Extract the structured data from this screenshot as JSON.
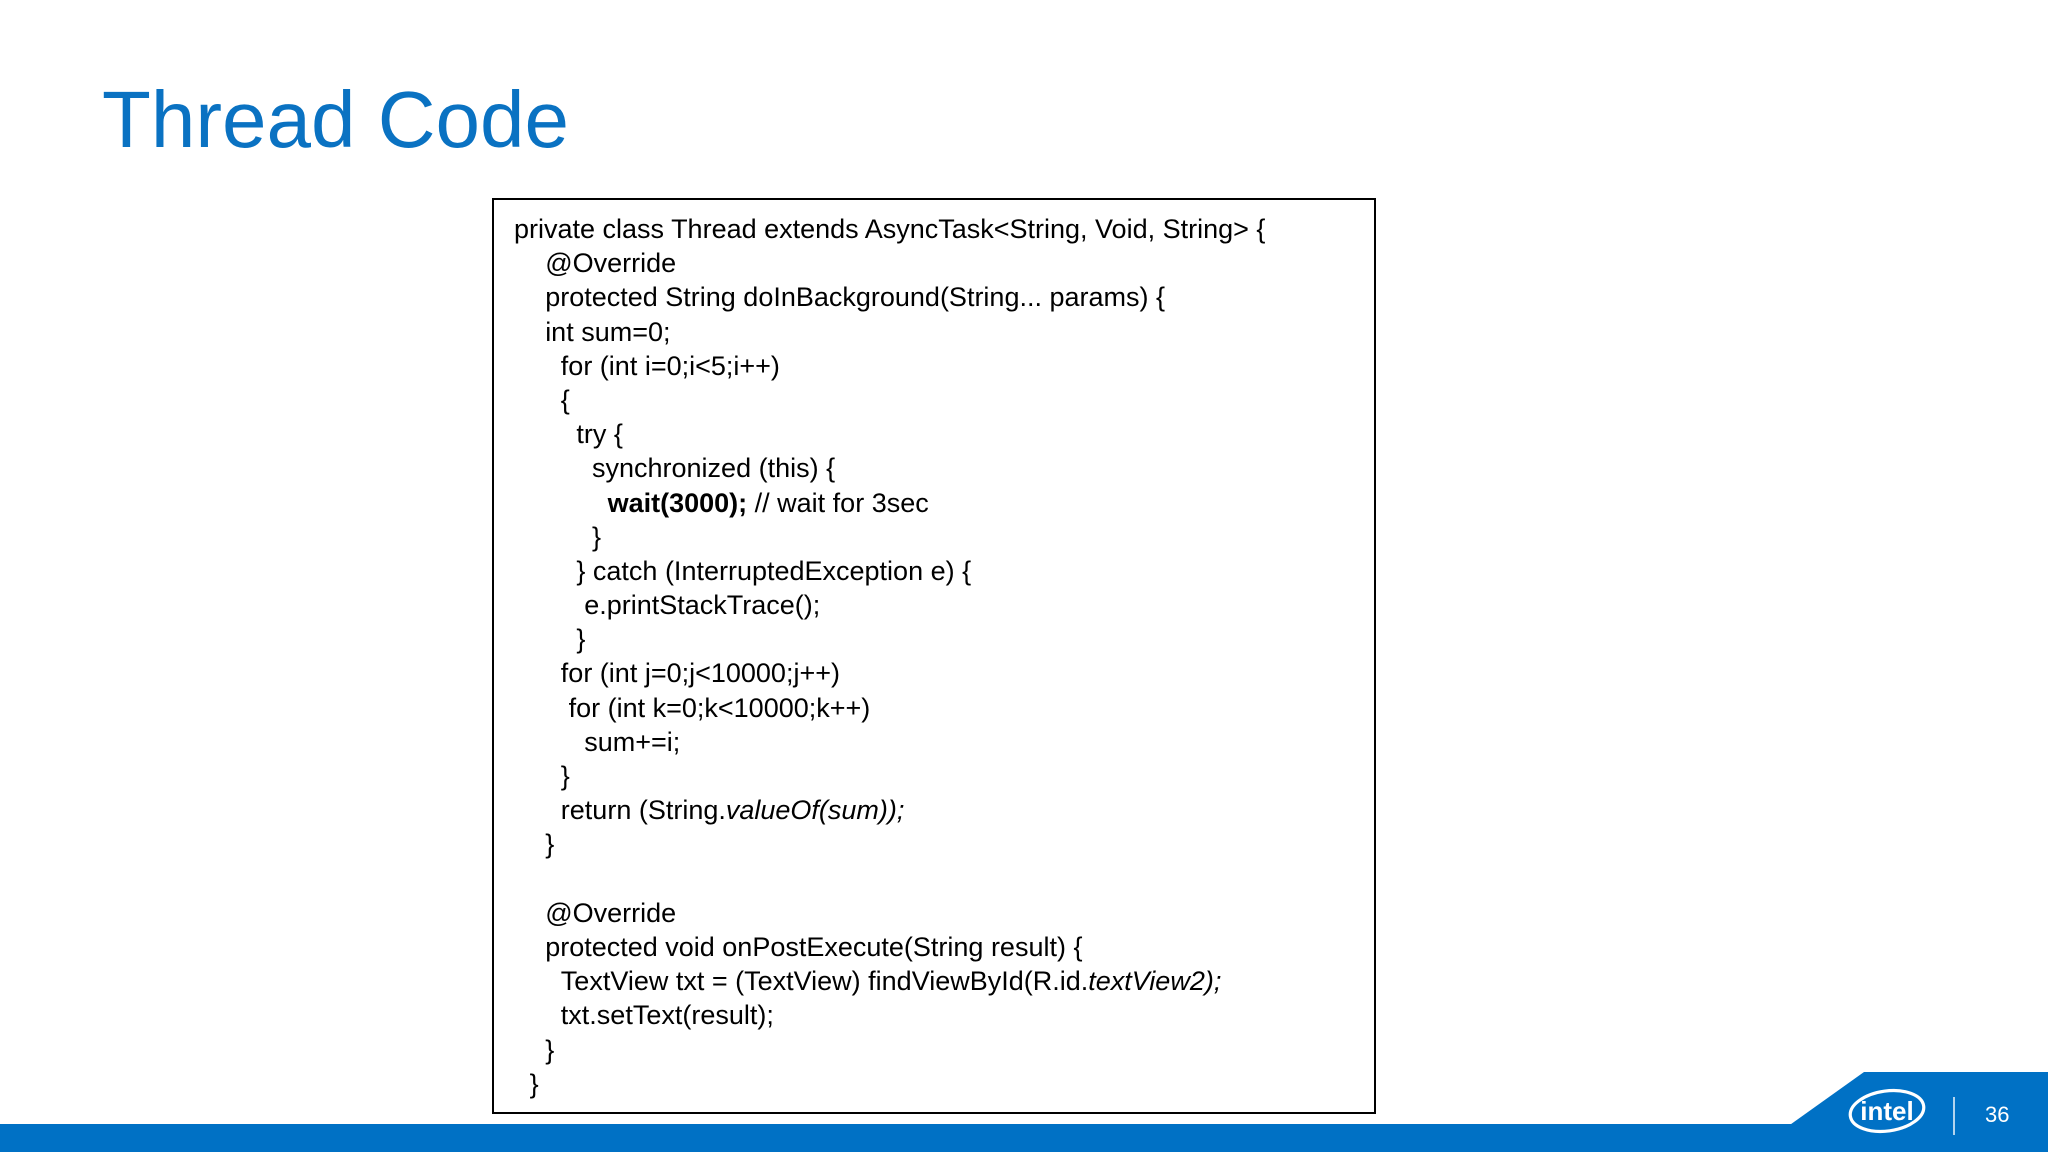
{
  "slide": {
    "title": "Thread Code",
    "page_number": "36"
  },
  "brand": {
    "logo_text": "intel",
    "logo_icon": "intel-logo-icon",
    "accent_color": "#0071c5",
    "title_color": "#0a72c2"
  },
  "code": {
    "lines": [
      {
        "indent": 0,
        "segments": [
          {
            "text": "private class Thread extends AsyncTask<String, Void, String> {",
            "style": "normal"
          }
        ]
      },
      {
        "indent": 4,
        "segments": [
          {
            "text": "@Override",
            "style": "normal"
          }
        ]
      },
      {
        "indent": 4,
        "segments": [
          {
            "text": "protected String doInBackground(String... params) {",
            "style": "normal"
          }
        ]
      },
      {
        "indent": 4,
        "segments": [
          {
            "text": "int sum=0;",
            "style": "normal"
          }
        ]
      },
      {
        "indent": 6,
        "segments": [
          {
            "text": "for (int i=0;i<5;i++)",
            "style": "normal"
          }
        ]
      },
      {
        "indent": 6,
        "segments": [
          {
            "text": "{",
            "style": "normal"
          }
        ]
      },
      {
        "indent": 8,
        "segments": [
          {
            "text": "try {",
            "style": "normal"
          }
        ]
      },
      {
        "indent": 10,
        "segments": [
          {
            "text": "synchronized (this) {",
            "style": "normal"
          }
        ]
      },
      {
        "indent": 12,
        "segments": [
          {
            "text": "wait(3000);",
            "style": "bold"
          },
          {
            "text": " // wait for 3sec",
            "style": "normal"
          }
        ]
      },
      {
        "indent": 10,
        "segments": [
          {
            "text": "}",
            "style": "normal"
          }
        ]
      },
      {
        "indent": 8,
        "segments": [
          {
            "text": "} catch (InterruptedException e) {",
            "style": "normal"
          }
        ]
      },
      {
        "indent": 9,
        "segments": [
          {
            "text": "e.printStackTrace();",
            "style": "normal"
          }
        ]
      },
      {
        "indent": 8,
        "segments": [
          {
            "text": "}",
            "style": "normal"
          }
        ]
      },
      {
        "indent": 6,
        "segments": [
          {
            "text": "for (int j=0;j<10000;j++)",
            "style": "normal"
          }
        ]
      },
      {
        "indent": 7,
        "segments": [
          {
            "text": "for (int k=0;k<10000;k++)",
            "style": "normal"
          }
        ]
      },
      {
        "indent": 9,
        "segments": [
          {
            "text": "sum+=i;",
            "style": "normal"
          }
        ]
      },
      {
        "indent": 6,
        "segments": [
          {
            "text": "}",
            "style": "normal"
          }
        ]
      },
      {
        "indent": 6,
        "segments": [
          {
            "text": "return (String.",
            "style": "normal"
          },
          {
            "text": "valueOf(sum));",
            "style": "italic"
          }
        ]
      },
      {
        "indent": 4,
        "segments": [
          {
            "text": "}",
            "style": "normal"
          }
        ]
      },
      {
        "indent": 0,
        "segments": [
          {
            "text": "",
            "style": "normal"
          }
        ]
      },
      {
        "indent": 4,
        "segments": [
          {
            "text": "@Override",
            "style": "normal"
          }
        ]
      },
      {
        "indent": 4,
        "segments": [
          {
            "text": "protected void onPostExecute(String result) {",
            "style": "normal"
          }
        ]
      },
      {
        "indent": 6,
        "segments": [
          {
            "text": "TextView txt = (TextView) findViewById(R.id.",
            "style": "normal"
          },
          {
            "text": "textView2);",
            "style": "italic"
          }
        ]
      },
      {
        "indent": 6,
        "segments": [
          {
            "text": "txt.setText(result);",
            "style": "normal"
          }
        ]
      },
      {
        "indent": 4,
        "segments": [
          {
            "text": "}",
            "style": "normal"
          }
        ]
      },
      {
        "indent": 2,
        "segments": [
          {
            "text": "}",
            "style": "normal"
          }
        ]
      }
    ]
  }
}
